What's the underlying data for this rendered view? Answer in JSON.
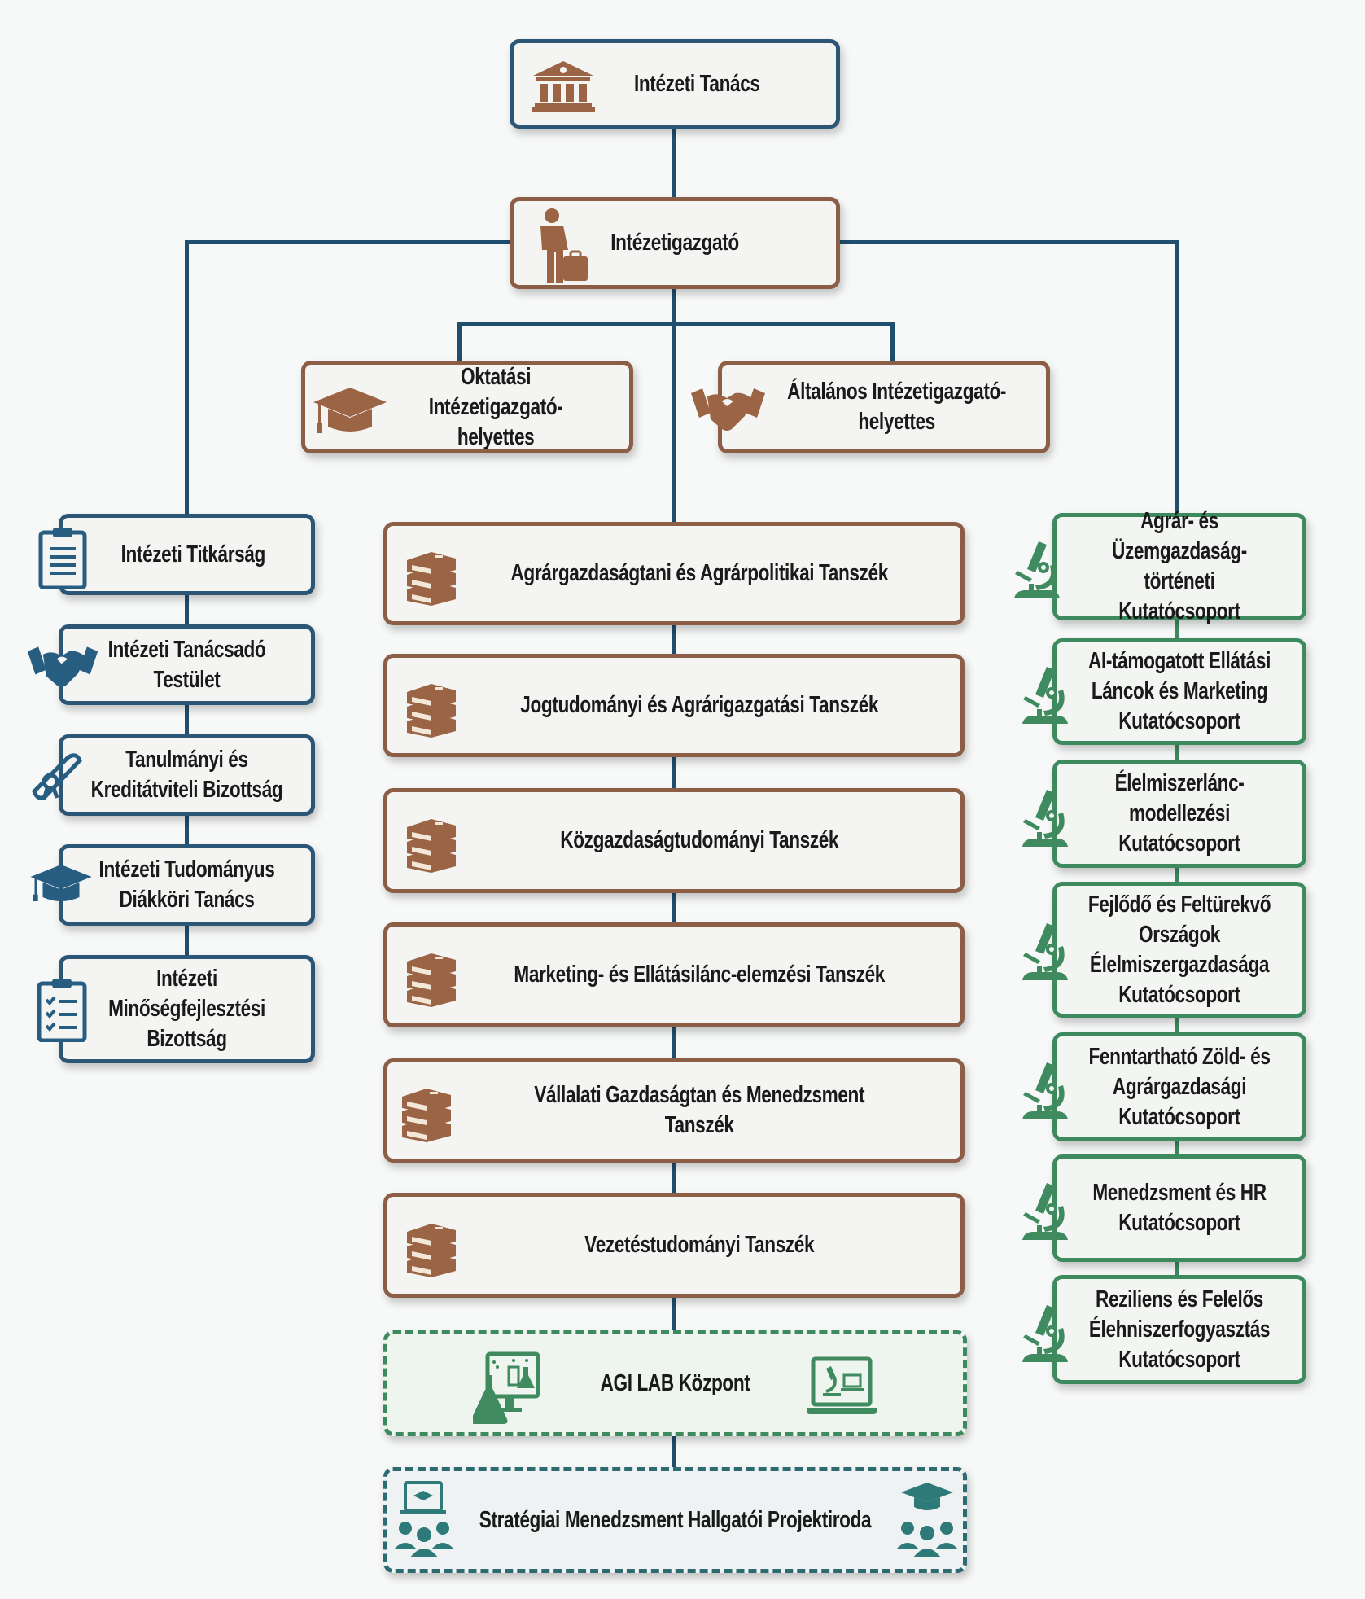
{
  "colors": {
    "leadership_border": "#2b5676",
    "brown_border": "#8b5e45",
    "brown_icon": "#9a6445",
    "blue_icon": "#285d82",
    "green_border": "#3d8a5f",
    "green_icon": "#3f8a5e",
    "teal_icon": "#2d7a78",
    "connector": "#1f4e6e"
  },
  "top": {
    "council": {
      "label": "Intézeti Tanács",
      "icon": "institution-building-icon"
    },
    "director": {
      "label": "Intézetigazgató",
      "icon": "businessman-icon"
    }
  },
  "deputies": [
    {
      "label": "Oktatási\nIntézetigazgató-helyettes",
      "icon": "graduation-cap-icon"
    },
    {
      "label": "Általános Intézetigazgató-\nhelyettes",
      "icon": "handshake-icon"
    }
  ],
  "left_units": [
    {
      "label": "Intézeti Titkárság",
      "icon": "clipboard-icon"
    },
    {
      "label": "Intézeti Tanácsadó\nTestület",
      "icon": "handshake-icon"
    },
    {
      "label": "Tanulmányi és\nKreditátviteli Bizottság",
      "icon": "diploma-scroll-icon"
    },
    {
      "label": "Intézeti Tudományus\nDiákköri Tanács",
      "icon": "graduation-cap-icon"
    },
    {
      "label": "Intézeti\nMinőségfejlesztési\nBizottság",
      "icon": "checklist-icon"
    }
  ],
  "departments": [
    {
      "label": "Agrárgazdaságtani és Agrárpolitikai Tanszék",
      "icon": "books-icon"
    },
    {
      "label": "Jogtudományi és Agrárigazgatási Tanszék",
      "icon": "books-icon"
    },
    {
      "label": "Közgazdaságtudományi Tanszék",
      "icon": "books-icon"
    },
    {
      "label": "Marketing- és Ellátásilánc-elemzési Tanszék",
      "icon": "books-icon"
    },
    {
      "label": "Vállalati Gazdaságtan és Menedzsment Tanszék",
      "icon": "books-icon"
    },
    {
      "label": "Vezetéstudományi Tanszék",
      "icon": "books-icon"
    }
  ],
  "centers": [
    {
      "label": "AGI LAB Központ",
      "icon_left": "lab-flask-monitor-icon",
      "icon_right": "laptop-microscope-icon"
    },
    {
      "label": "Stratégiai Menedzsment Hallgatói Projektiroda",
      "icon_left": "online-students-icon",
      "icon_right": "student-group-icon"
    }
  ],
  "research_groups": [
    {
      "label": "Agrár- és Üzemgazdaság-\ntörténeti Kutatócsoport",
      "icon": "microscope-icon"
    },
    {
      "label": "AI-támogatott Ellátási\nLáncok és Marketing\nKutatócsoport",
      "icon": "microscope-icon"
    },
    {
      "label": "Élelmiszerlánc-\nmodellezési\nKutatócsoport",
      "icon": "microscope-icon"
    },
    {
      "label": "Fejlődő és Feltürekvő\nOrszágok\nÉlelmiszergazdasága\nKutatócsoport",
      "icon": "microscope-icon"
    },
    {
      "label": "Fenntartható Zöld- és\nAgrárgazdasági\nKutatócsoport",
      "icon": "microscope-icon"
    },
    {
      "label": "Menedzsment és HR\nKutatócsoport",
      "icon": "microscope-icon"
    },
    {
      "label": "Reziliens és Felelős\nÉlehniszerfogyasztás\nKutatócsoport",
      "icon": "microscope-icon"
    }
  ]
}
